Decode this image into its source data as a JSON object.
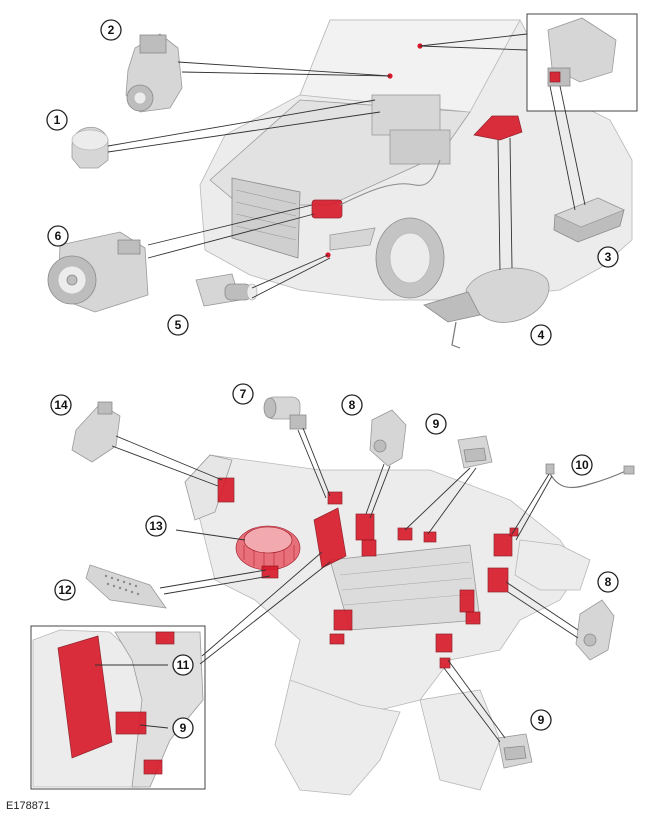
{
  "figure_id": "E178871",
  "callouts": [
    {
      "id": "c1",
      "label": "1"
    },
    {
      "id": "c2",
      "label": "2"
    },
    {
      "id": "c3",
      "label": "3"
    },
    {
      "id": "c4",
      "label": "4"
    },
    {
      "id": "c5",
      "label": "5"
    },
    {
      "id": "c6",
      "label": "6"
    },
    {
      "id": "c7",
      "label": "7"
    },
    {
      "id": "c8a",
      "label": "8"
    },
    {
      "id": "c9a",
      "label": "9"
    },
    {
      "id": "c10",
      "label": "10"
    },
    {
      "id": "c11",
      "label": "11"
    },
    {
      "id": "c12",
      "label": "12"
    },
    {
      "id": "c13",
      "label": "13"
    },
    {
      "id": "c14",
      "label": "14"
    },
    {
      "id": "c8b",
      "label": "8"
    },
    {
      "id": "c9b",
      "label": "9"
    },
    {
      "id": "c9c",
      "label": "9"
    }
  ],
  "colors": {
    "highlight": "#d8192a",
    "component_gray": "#d6d6d6",
    "outline": "#222222"
  }
}
